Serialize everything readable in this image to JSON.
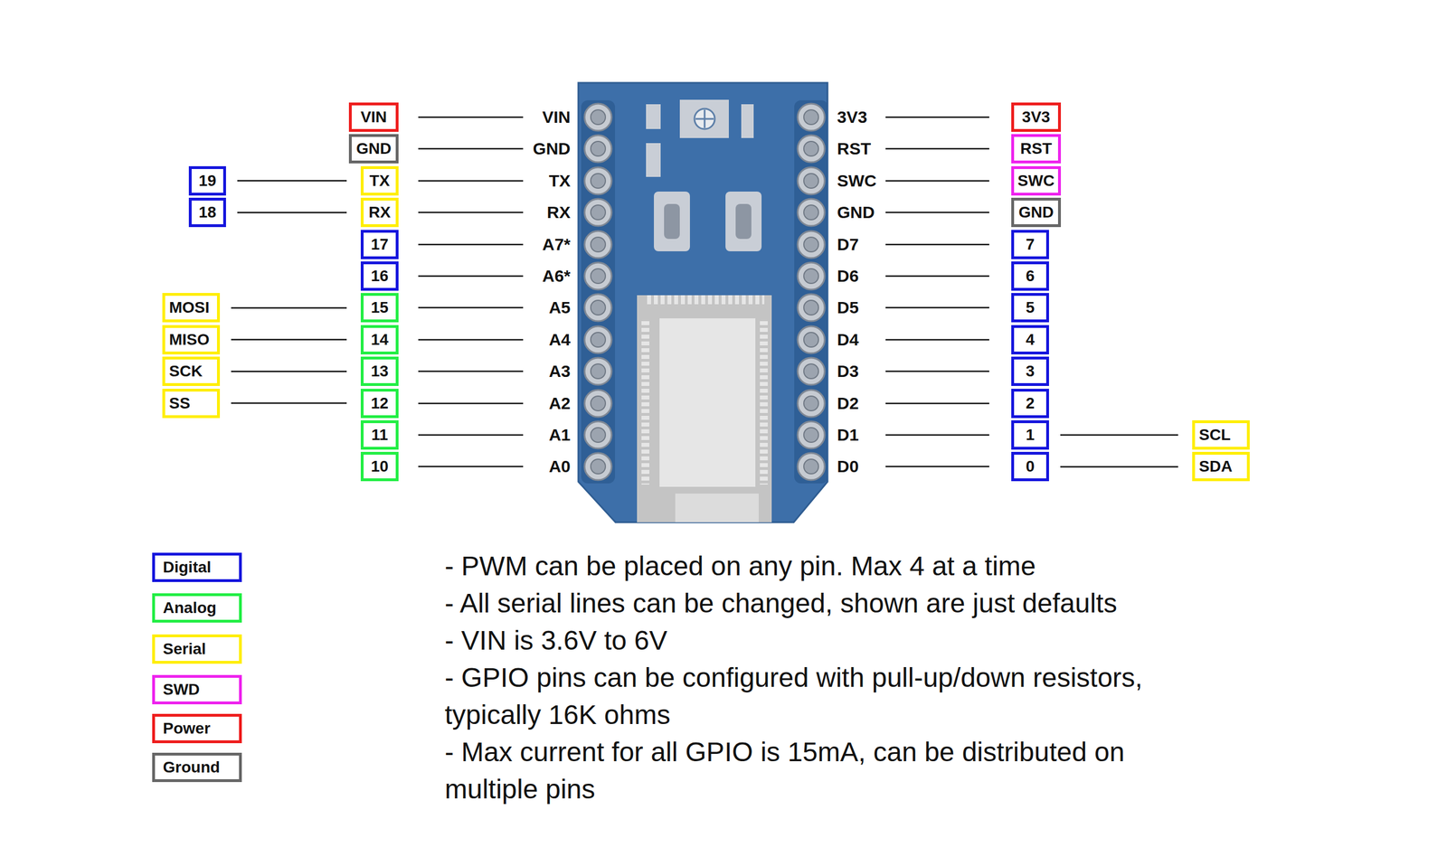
{
  "diagram": {
    "nodes": [
      {
        "text": [
          "VIN"
        ]
      },
      {
        "text": [
          "3V3"
        ]
      },
      {
        "text": [
          "GND"
        ]
      },
      {
        "text": [
          "RST"
        ]
      },
      {
        "text": [
          "19"
        ]
      },
      {
        "text": [
          "TX"
        ]
      },
      {
        "text": [
          "SWC"
        ]
      },
      {
        "text": [
          "18"
        ]
      },
      {
        "text": [
          "RX"
        ]
      },
      {
        "text": [
          "GND"
        ]
      },
      {
        "text": [
          "17"
        ]
      },
      {
        "text": [
          "7"
        ]
      },
      {
        "text": [
          "16"
        ]
      },
      {
        "text": [
          "6"
        ]
      },
      {
        "text": [
          "MOSI"
        ]
      },
      {
        "text": [
          "15"
        ]
      },
      {
        "text": [
          "5"
        ]
      },
      {
        "text": [
          "MISO"
        ]
      },
      {
        "text": [
          "14"
        ]
      },
      {
        "text": [
          "4"
        ]
      },
      {
        "text": [
          "SCK"
        ]
      },
      {
        "text": [
          "13"
        ]
      },
      {
        "text": [
          "3"
        ]
      },
      {
        "text": [
          "SS"
        ]
      },
      {
        "text": [
          "12"
        ]
      },
      {
        "text": [
          "2"
        ]
      },
      {
        "text": [
          "11"
        ]
      },
      {
        "text": [
          "1"
        ]
      },
      {
        "text": [
          "SCL"
        ]
      },
      {
        "text": [
          "10"
        ]
      },
      {
        "text": [
          "0"
        ]
      },
      {
        "text": [
          "SDA"
        ]
      }
    ],
    "edges": [
      {
        "from": 4,
        "to": 5,
        "arrow": "none"
      },
      {
        "from": 7,
        "to": 8,
        "arrow": "none"
      },
      {
        "from": 14,
        "to": 15,
        "arrow": "none"
      },
      {
        "from": 17,
        "to": 18,
        "arrow": "none"
      },
      {
        "from": 20,
        "to": 21,
        "arrow": "none"
      },
      {
        "from": 23,
        "to": 24,
        "arrow": "none"
      },
      {
        "from": 27,
        "to": 28,
        "arrow": "none"
      },
      {
        "from": 30,
        "to": 31,
        "arrow": "none"
      }
    ],
    "labels": [
      "VIN",
      "GND",
      "TX",
      "RX",
      "A7*",
      "A6*",
      "A5",
      "A4",
      "A3",
      "A2",
      "A1",
      "A0",
      "3V3",
      "RST",
      "SWC",
      "GND",
      "D7",
      "D6",
      "D5",
      "D4",
      "D3",
      "D2",
      "D1",
      "D0",
      "- PWM can be placed on any pin. Max 4 at a time",
      "- All serial lines can be changed, shown are just defaults",
      "- VIN is 3.6V to 6V",
      "- GPIO pins can be configured with pull-up/down resistors, typically 16K ohms",
      "- Max current for all GPIO is 15mA, can be distributed on multiple pins"
    ],
    "legend": [
      {
        "text": "Digital",
        "color": "#1515dd"
      },
      {
        "text": "Analog",
        "color": "#22ee44"
      },
      {
        "text": "Serial",
        "color": "#ffee00"
      },
      {
        "text": "SWD",
        "color": "#ee22ee"
      },
      {
        "text": "Power",
        "color": "#ee1c1c"
      },
      {
        "text": "Ground",
        "color": "#666666"
      }
    ]
  }
}
